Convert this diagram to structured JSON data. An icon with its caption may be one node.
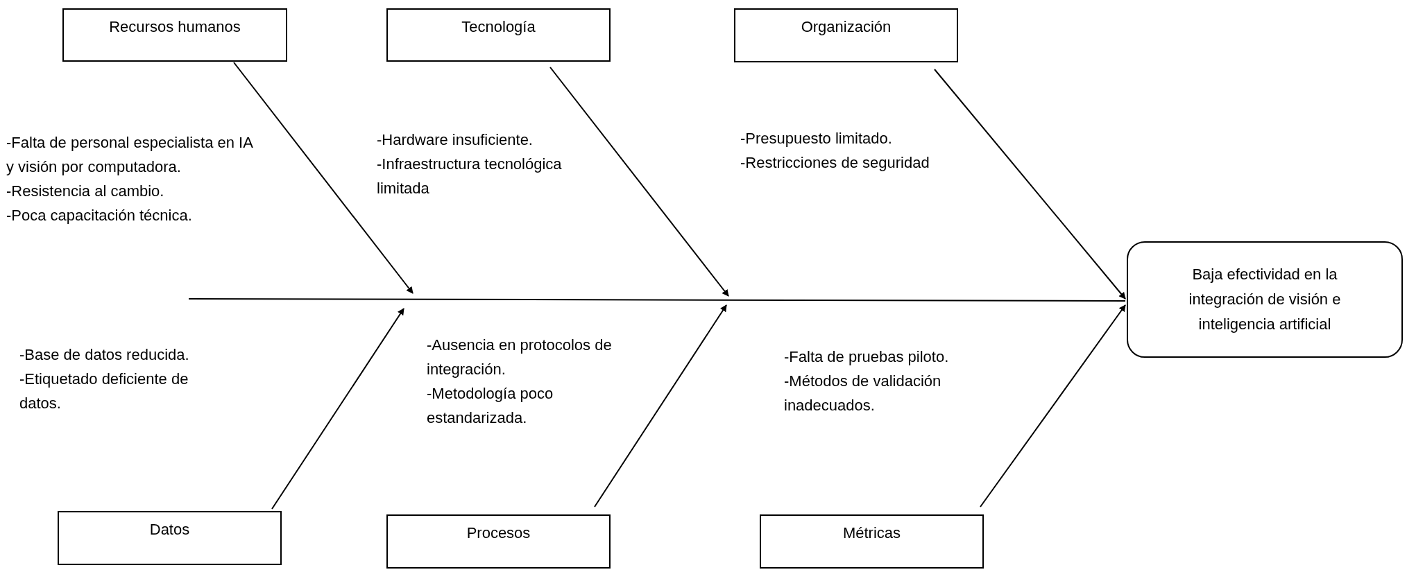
{
  "diagram": {
    "nodes": [
      {
        "text": [
          "Recursos humanos"
        ],
        "beside": [
          "-Falta de personal especialista en IA y visión por computadora.",
          "-Resistencia al cambio.",
          "-Poca capacitación técnica."
        ]
      },
      {
        "text": [
          "Tecnología"
        ],
        "beside": [
          "-Hardware insuficiente.",
          "-Infraestructura tecnológica limitada"
        ]
      },
      {
        "text": [
          "Organización"
        ],
        "beside": [
          "-Presupuesto limitado.",
          "-Restricciones de seguridad"
        ]
      },
      {
        "text": [
          "Datos"
        ],
        "beside": [
          "-Base de datos reducida.",
          "-Etiquetado deficiente de datos."
        ]
      },
      {
        "text": [
          "Procesos"
        ],
        "beside": [
          "-Ausencia en protocolos de integración.",
          "-Metodología poco estandarizada."
        ]
      },
      {
        "text": [
          "Métricas"
        ],
        "beside": [
          "-Falta de pruebas piloto.",
          "-Métodos de validación inadecuados."
        ]
      },
      {
        "text": [
          "Baja efectividad en la integración de visión e inteligencia artificial"
        ]
      }
    ],
    "edges": [
      {
        "from": 0,
        "to": null,
        "arrow": "to"
      },
      {
        "from": 1,
        "to": null,
        "arrow": "to"
      },
      {
        "from": 2,
        "to": 6,
        "arrow": "to"
      },
      {
        "from": 3,
        "to": null,
        "arrow": "to"
      },
      {
        "from": 4,
        "to": null,
        "arrow": "to"
      },
      {
        "from": 5,
        "to": 6,
        "arrow": "to"
      },
      {
        "from": null,
        "to": 6,
        "arrow": "none"
      }
    ]
  }
}
